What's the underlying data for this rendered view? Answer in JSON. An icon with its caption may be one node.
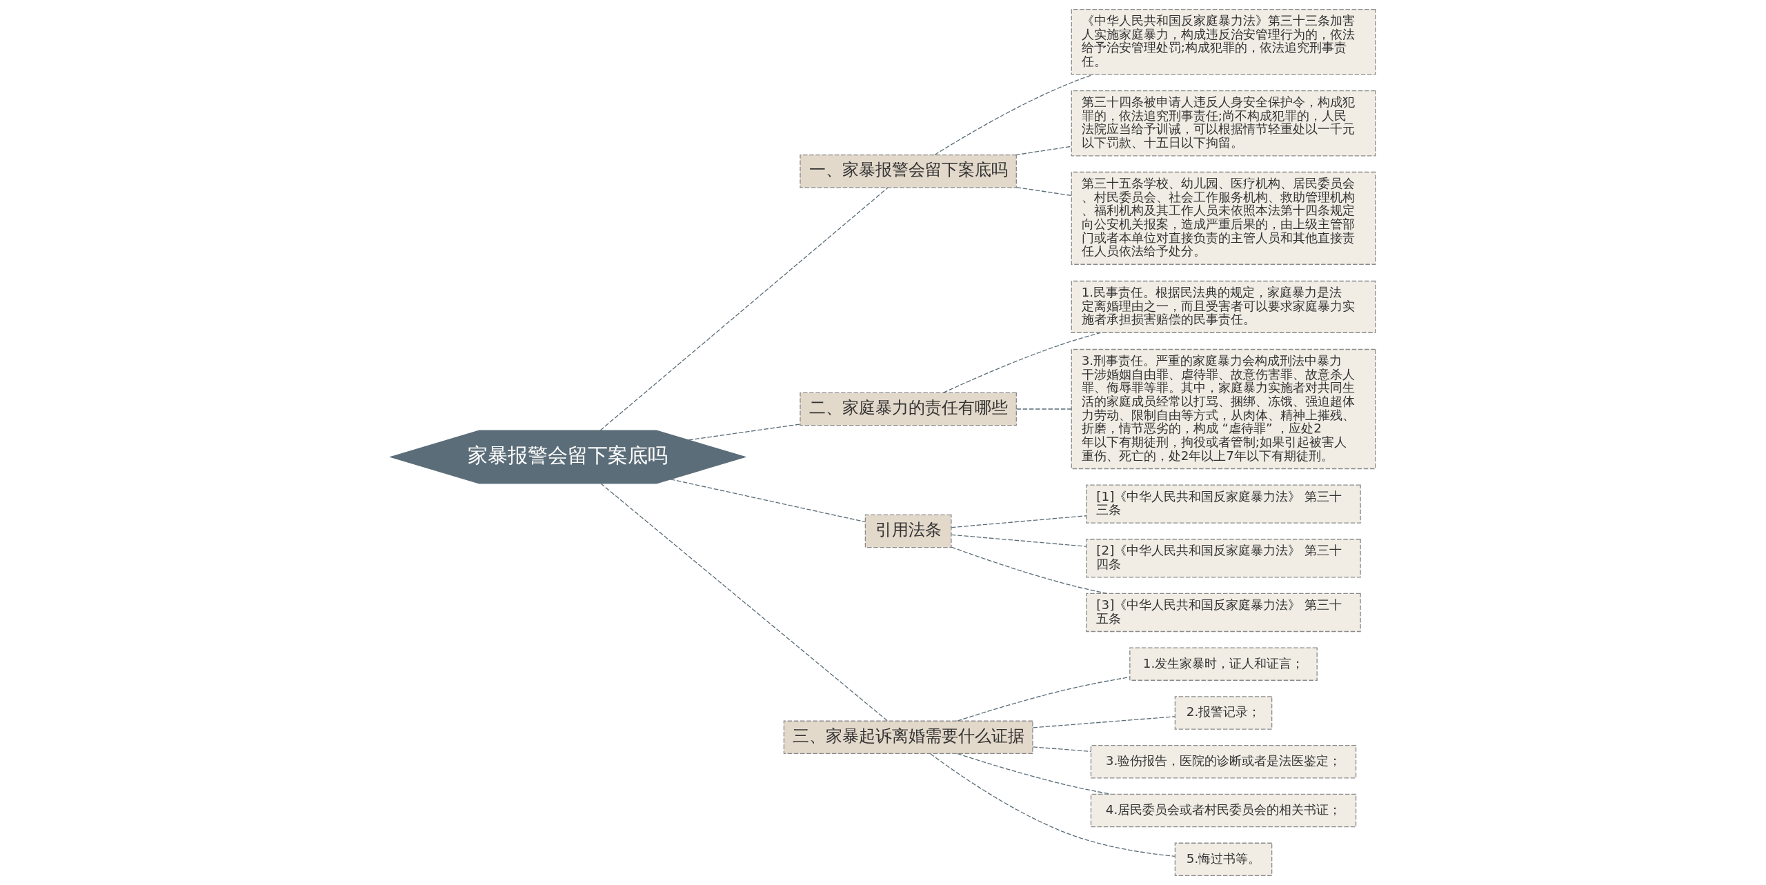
{
  "diagram": {
    "nodes": [
      {
        "text": [
          "家暴报警会留下案底吗"
        ]
      },
      {
        "text": [
          "一、家暴报警会留下案底吗"
        ]
      },
      {
        "text": [
          "《中华人民共和国反家庭暴力法》第三十三条加害人实施家庭暴力，构成违反治安管理行为的，依法给予治安管理处罚;构成犯罪的，依法追究刑事责任。"
        ]
      },
      {
        "text": [
          "第三十四条被申请人违反人身安全保护令，构成犯罪的，依法追究刑事责任;尚不构成犯罪的，人民法院应当给予训诫，可以根据情节轻重处以一千元以下罚款、十五日以下拘留。"
        ]
      },
      {
        "text": [
          "第三十五条学校、幼儿园、医疗机构、居民委员会、村民委员会、社会工作服务机构、救助管理机构、福利机构及其工作人员未依照本法第十四条规定向公安机关报案，造成严重后果的，由上级主管部门或者本单位对直接负责的主管人员和其他直接责任人员依法给予处分。"
        ]
      },
      {
        "text": [
          "二、家庭暴力的责任有哪些"
        ]
      },
      {
        "text": [
          "1.民事责任。根据民法典的规定，家庭暴力是法定离婚理由之一，而且受害者可以要求家庭暴力实施者承担损害赔偿的民事责任。"
        ]
      },
      {
        "text": [
          "3.刑事责任。严重的家庭暴力会构成刑法中暴力干涉婚姻自由罪、虐待罪、故意伤害罪、故意杀人罪、侮辱罪等罪。其中，家庭暴力实施者对共同生活的家庭成员经常以打骂、捆绑、冻饿、强迫超体力劳动、限制自由等方式，从肉体、精神上摧残、折磨，情节恶劣的，构成 “虐待罪” ，应处2年以下有期徒刑，拘役或者管制;如果引起被害人重伤、死亡的，处2年以上7年以下有期徒刑。"
        ]
      },
      {
        "text": [
          "引用法条"
        ]
      },
      {
        "text": [
          "[1]《中华人民共和国反家庭暴力法》 第三十三条"
        ]
      },
      {
        "text": [
          "[2]《中华人民共和国反家庭暴力法》 第三十四条"
        ]
      },
      {
        "text": [
          "[3]《中华人民共和国反家庭暴力法》 第三十五条"
        ]
      },
      {
        "text": [
          "三、家暴起诉离婚需要什么证据"
        ]
      },
      {
        "text": [
          "1.发生家暴时，证人和证言；"
        ]
      },
      {
        "text": [
          "2.报警记录；"
        ]
      },
      {
        "text": [
          "3.验伤报告，医院的诊断或者是法医鉴定；"
        ]
      },
      {
        "text": [
          "4.居民委员会或者村民委员会的相关书证；"
        ]
      },
      {
        "text": [
          "5.悔过书等。"
        ]
      }
    ],
    "edges": [
      {
        "from": 0,
        "to": 1,
        "arrow": "none",
        "style": "dashed"
      },
      {
        "from": 1,
        "to": 2,
        "arrow": "none",
        "style": "dashed"
      },
      {
        "from": 1,
        "to": 3,
        "arrow": "none",
        "style": "dashed"
      },
      {
        "from": 1,
        "to": 4,
        "arrow": "none",
        "style": "dashed"
      },
      {
        "from": 0,
        "to": 5,
        "arrow": "none",
        "style": "dashed"
      },
      {
        "from": 5,
        "to": 6,
        "arrow": "none",
        "style": "dashed"
      },
      {
        "from": 5,
        "to": 7,
        "arrow": "none",
        "style": "dashed"
      },
      {
        "from": 0,
        "to": 8,
        "arrow": "none",
        "style": "dashed"
      },
      {
        "from": 8,
        "to": 9,
        "arrow": "none",
        "style": "dashed"
      },
      {
        "from": 8,
        "to": 10,
        "arrow": "none",
        "style": "dashed"
      },
      {
        "from": 8,
        "to": 11,
        "arrow": "none",
        "style": "dashed"
      },
      {
        "from": 0,
        "to": 12,
        "arrow": "none",
        "style": "dashed"
      },
      {
        "from": 12,
        "to": 13,
        "arrow": "none",
        "style": "dashed"
      },
      {
        "from": 12,
        "to": 14,
        "arrow": "none",
        "style": "dashed"
      },
      {
        "from": 12,
        "to": 15,
        "arrow": "none",
        "style": "dashed"
      },
      {
        "from": 12,
        "to": 16,
        "arrow": "none",
        "style": "dashed"
      },
      {
        "from": 12,
        "to": 17,
        "arrow": "none",
        "style": "dashed"
      }
    ]
  }
}
